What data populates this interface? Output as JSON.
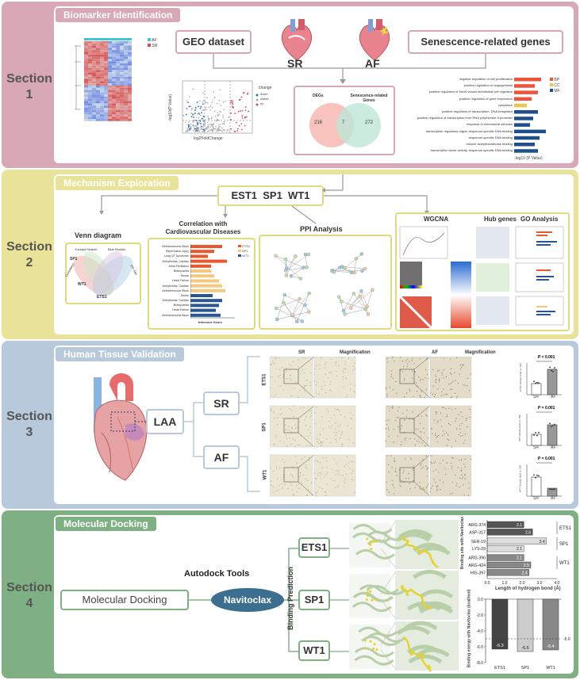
{
  "colors": {
    "pink": "#d9a8b6",
    "yellow": "#e9e39a",
    "blue": "#b7c9da",
    "green": "#7fb083"
  },
  "sections": {
    "s1": {
      "label": "Section",
      "num": "1",
      "title": "Biomarker Identification"
    },
    "s2": {
      "label": "Section",
      "num": "2",
      "title": "Mechanism Exploration"
    },
    "s3": {
      "label": "Section",
      "num": "3",
      "title": "Human Tissue Validation"
    },
    "s4": {
      "label": "Section",
      "num": "4",
      "title": "Molecular Docking"
    }
  },
  "s1": {
    "geo": "GEO dataset",
    "sen": "Senescence-related genes",
    "sr": "SR",
    "af": "AF",
    "heat_legend": [
      "AF",
      "SR"
    ],
    "volcano": {
      "xlabel": "log2FoldChange",
      "ylabel": "-log10(P Value)",
      "legend_title": "change",
      "legend": [
        "down",
        "stable",
        "up"
      ]
    },
    "venn": {
      "left": "DEGs",
      "right": "Senescence-related Genes",
      "a": "216",
      "ab": "7",
      "b": "272"
    },
    "go": {
      "legend": [
        "BP",
        "CC",
        "MF"
      ],
      "xlabel": "-log10 (P Value)",
      "terms": [
        "negative regulation of cell proliferation",
        "positive regulation of angiogenesis",
        "positive regulation of blood vessel endothelial cell migration",
        "positive regulation of gene expression",
        "cytoplasm",
        "positive regulation of transcription, DNA-templated",
        "positive regulation of transcription from RNA polymerase II promoter",
        "response to mechanical stimulus",
        "transcription regulatory region sequence-specific DNA binding",
        "sequence-specific DNA binding",
        "histone acetyltransferase binding",
        "transcription factor activity, sequence-specific DNA binding"
      ]
    }
  },
  "s2": {
    "genes": [
      "EST1",
      "SP1",
      "WT1"
    ],
    "venn_title": "Venn diagram",
    "venn_labels": [
      "Yucaipa Module",
      "Blue Module",
      "PPI Net",
      "Correlation",
      "SP1",
      "ETS1",
      "WT1"
    ],
    "corr_title": "Correlation with Cardiovascular Diseases",
    "corr_xlabel": "Inference Score",
    "corr_legend": [
      "ETS1",
      "SP1",
      "WT1"
    ],
    "corr_rows": [
      "Atrioventricular Block",
      "Reperfusion Injury",
      "Long QT Syndrome",
      "Arrhythmias, Cardiac",
      "Atrial Fibrillation",
      "Bradycardia",
      "Stroke",
      "Heart Failure",
      "Arrhythmias, Cardiac",
      "Atrioventricular Block",
      "Stroke",
      "Arrhythmias, Cardiac",
      "Bradycardia",
      "Heart Failure",
      "Atrioventricular Block"
    ],
    "ppi_title": "PPI Analysis",
    "wgcna": "WGCNA",
    "hub": "Hub genes",
    "go": "GO Analysis"
  },
  "s3": {
    "laa": "LAA",
    "sr": "SR",
    "af": "AF",
    "col_titles": [
      "SR",
      "Magnification",
      "AF",
      "Magnification"
    ],
    "rows": [
      "ETS1",
      "SP1",
      "WT1"
    ],
    "pvals": [
      "P < 0.001",
      "P = 0.001",
      "P = 0.001"
    ],
    "bar_x": [
      "SR",
      "AF"
    ],
    "ylabels": [
      "ETS1 Density (fold vs. SR)",
      "SP1 Density (fold vs. SR)",
      "WT1 Density (fold vs. SR)"
    ]
  },
  "s4": {
    "md": "Molecular Docking",
    "tools": "Autodock Tools",
    "drug": "Navitoclax",
    "bp": "Binding Prediction",
    "targets": [
      "ETS1",
      "SP1",
      "WT1"
    ],
    "hbond": {
      "ylabel": "Binding site with Navitoclax",
      "xlabel": "Length of hydrogen bond (Å)",
      "xticks": [
        "0.0",
        "1.0",
        "2.0",
        "3.0",
        "4.0"
      ],
      "rows": [
        {
          "site": "ARG-374",
          "len": "2.1"
        },
        {
          "site": "ASP-317",
          "len": "2.6"
        },
        {
          "site": "SER-19",
          "len": "3.4"
        },
        {
          "site": "LYS-29",
          "len": "2.1"
        },
        {
          "site": "ARG-390",
          "len": "2.1"
        },
        {
          "site": "ARG-424",
          "len": "2.5"
        },
        {
          "site": "HIS-397",
          "len": "2.4"
        }
      ],
      "groups": [
        "ETS1",
        "SP1",
        "WT1"
      ]
    },
    "energy": {
      "ylabel": "Binding energy with Navitoclax (kcal/mol)",
      "yticks": [
        "0.0",
        "-2.0",
        "-4.0",
        "-6.0",
        "-8.0"
      ],
      "cats": [
        "ETS1",
        "SP1",
        "WT1"
      ],
      "vals": [
        "-6.3",
        "-6.6",
        "-6.4"
      ],
      "ref": "-5.0"
    }
  }
}
